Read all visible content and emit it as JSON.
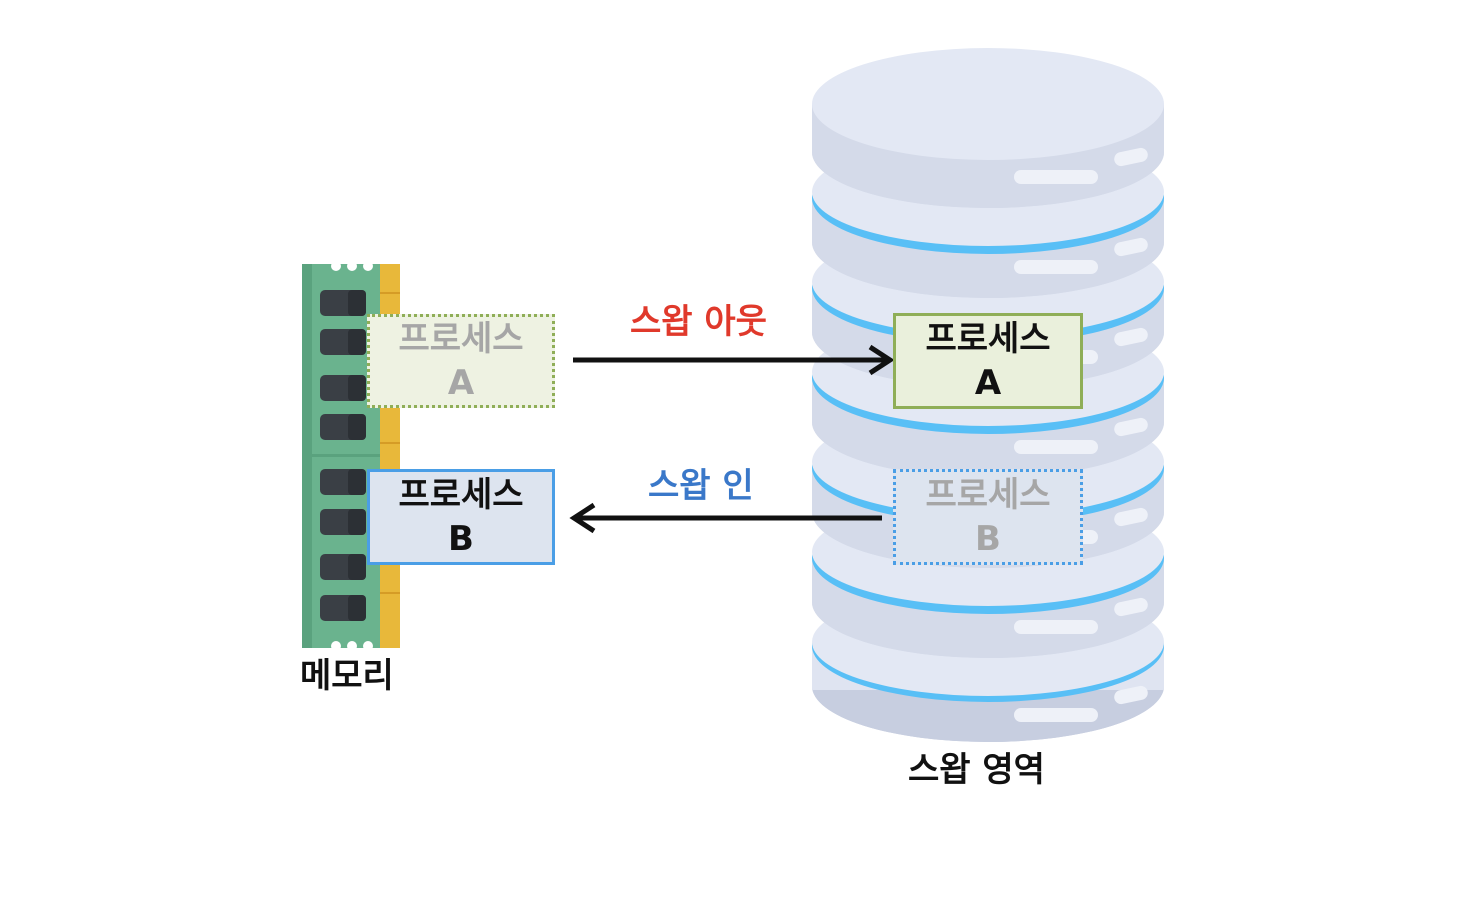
{
  "memory": {
    "label": "메모리",
    "process_a": {
      "title": "프로세스",
      "id": "A"
    },
    "process_b": {
      "title": "프로세스",
      "id": "B"
    }
  },
  "swap_area": {
    "label": "스왑 영역",
    "process_a": {
      "title": "프로세스",
      "id": "A"
    },
    "process_b": {
      "title": "프로세스",
      "id": "B"
    }
  },
  "arrows": {
    "swap_out": {
      "label": "스왑 아웃",
      "color": "#e0392b"
    },
    "swap_in": {
      "label": "스왑 인",
      "color": "#3a78c9"
    }
  },
  "colors": {
    "ram_board": "#6ab38e",
    "ram_chip": "#3a3f45",
    "ram_contacts": "#e8b83a",
    "disk_light": "#e3e8f4",
    "disk_shadow": "#c7cee0",
    "disk_band": "#58bff6",
    "process_a_border": "#8fae57",
    "process_b_border": "#4a9ee6"
  },
  "icons": [
    "ram-module-icon",
    "database-icon"
  ]
}
